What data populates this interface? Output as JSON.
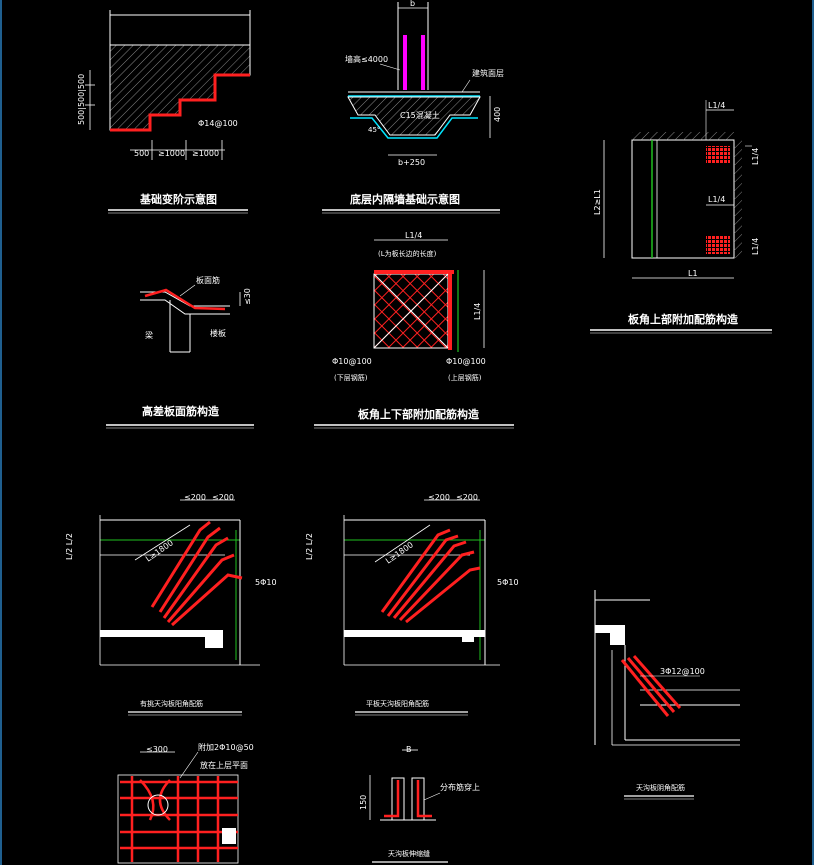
{
  "drawings": {
    "stepped_foundation": {
      "title": "基础变阶示意图",
      "dim_vertical": "500|500|500",
      "dim_h1": "500",
      "dim_h2": "≥1000",
      "dim_h3": "≥1000",
      "rebar": "Φ14@100"
    },
    "interior_wall_footing": {
      "title": "底层内隔墙基础示意图",
      "dim_top": "b",
      "wall_note": "墙高≤4000",
      "floor_note": "建筑面层",
      "concrete": "C15混凝土",
      "dim_angle": "45°",
      "dim_height": "400",
      "dim_width": "b+250"
    },
    "corner_top_rebar": {
      "title": "板角上部附加配筋构造",
      "dim_top": "L1/4",
      "dim_side1": "L1/4",
      "dim_mid": "L1/4",
      "dim_side2": "L1/4",
      "dim_vertical": "L2≥L1",
      "dim_bottom": "L1"
    },
    "slab_step": {
      "title": "高差板面筋构造",
      "note_top": "板面筋",
      "dim": "≤30",
      "label_beam": "梁",
      "label_slab": "楼板"
    },
    "corner_topbottom_rebar": {
      "title": "板角上下部附加配筋构造",
      "dim_top": "L1/4",
      "note_top": "(L为板长边的长度)",
      "dim_side": "L1/4",
      "rebar_left": "Φ10@100",
      "rebar_left_note": "(下层钢筋)",
      "rebar_right": "Φ10@100",
      "rebar_right_note": "(上层钢筋)"
    },
    "roof_corner_a": {
      "title": "有挑天沟板阳角配筋",
      "dim_a": "≤200",
      "dim_b": "≤200",
      "dim_diag": "L≥1800",
      "dim_left": "L/2 L/2",
      "rebar": "5Φ10"
    },
    "roof_corner_b": {
      "title": "平板天沟板阳角配筋",
      "dim_a": "≤200",
      "dim_b": "≤200",
      "dim_diag": "L≥1800",
      "dim_left": "L/2 L/2",
      "rebar": "5Φ10"
    },
    "gutter_corner": {
      "title": "天沟板阴角配筋",
      "rebar": "3Φ12@100"
    },
    "opening_rebar": {
      "dim": "≤300",
      "note1": "附加2Φ10@50",
      "note2": "放在上层平面"
    },
    "gutter_wall": {
      "title": "天沟板伸缩缝",
      "dim_top": "B",
      "dim_left": "150",
      "note": "分布筋穿上"
    }
  },
  "colors": {
    "background": "#000000",
    "line": "#ffffff",
    "rebar": "#ff2020",
    "wall": "#ff00ff",
    "water": "#00e5ff",
    "green": "#20c020"
  }
}
